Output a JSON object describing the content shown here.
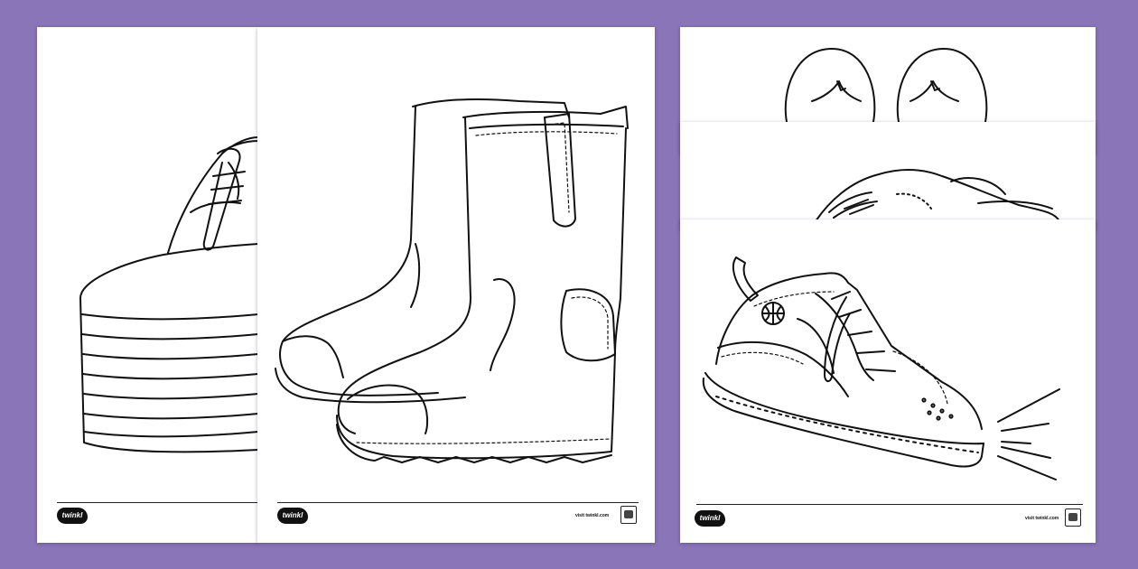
{
  "brand": {
    "logo_text": "twinkl",
    "visit_text": "visit twinkl.com"
  },
  "colors": {
    "background": "#8a75b8",
    "sheet": "#ffffff",
    "line": "#111111"
  },
  "sheets": [
    {
      "subject": "platform shoe"
    },
    {
      "subject": "rigger boots"
    },
    {
      "subject": "flip flops"
    },
    {
      "subject": "trainers"
    },
    {
      "subject": "basketball sneaker"
    }
  ]
}
